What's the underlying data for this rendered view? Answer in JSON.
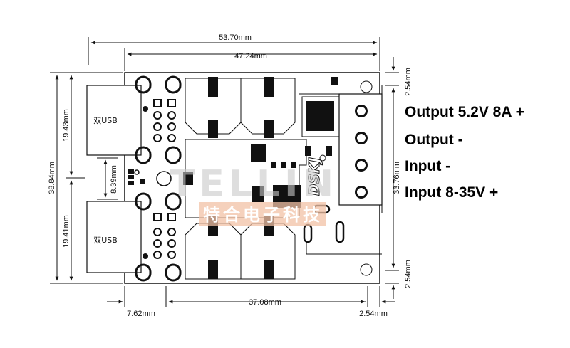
{
  "dimensions": {
    "overall_width": "53.70mm",
    "pcb_width": "47.24mm",
    "bottom_span": "37.08mm",
    "left_offset": "7.62mm",
    "right_offset": "2.54mm",
    "overall_height": "38.84mm",
    "usb_upper_height": "19.43mm",
    "usb_lower_height": "19.41mm",
    "usb_gap": "8.39mm",
    "right_height": "33.76mm",
    "right_top": "2.54mm",
    "right_bottom": "2.54mm"
  },
  "usb_ports": [
    {
      "label": "双USB"
    },
    {
      "label": "双USB"
    }
  ],
  "terminal_labels": [
    "Output 5.2V 8A +",
    "Output -",
    "Input -",
    "Input 8-35V +"
  ],
  "watermark": {
    "brand": "TELLIN",
    "subtitle": "特合电子科技"
  },
  "silkscreen_logo": "DSKJ",
  "colors": {
    "line": "#111111",
    "watermark_brand": "#c8c8c8",
    "watermark_bar": "#f1c2a5",
    "watermark_text": "#ffffff"
  }
}
